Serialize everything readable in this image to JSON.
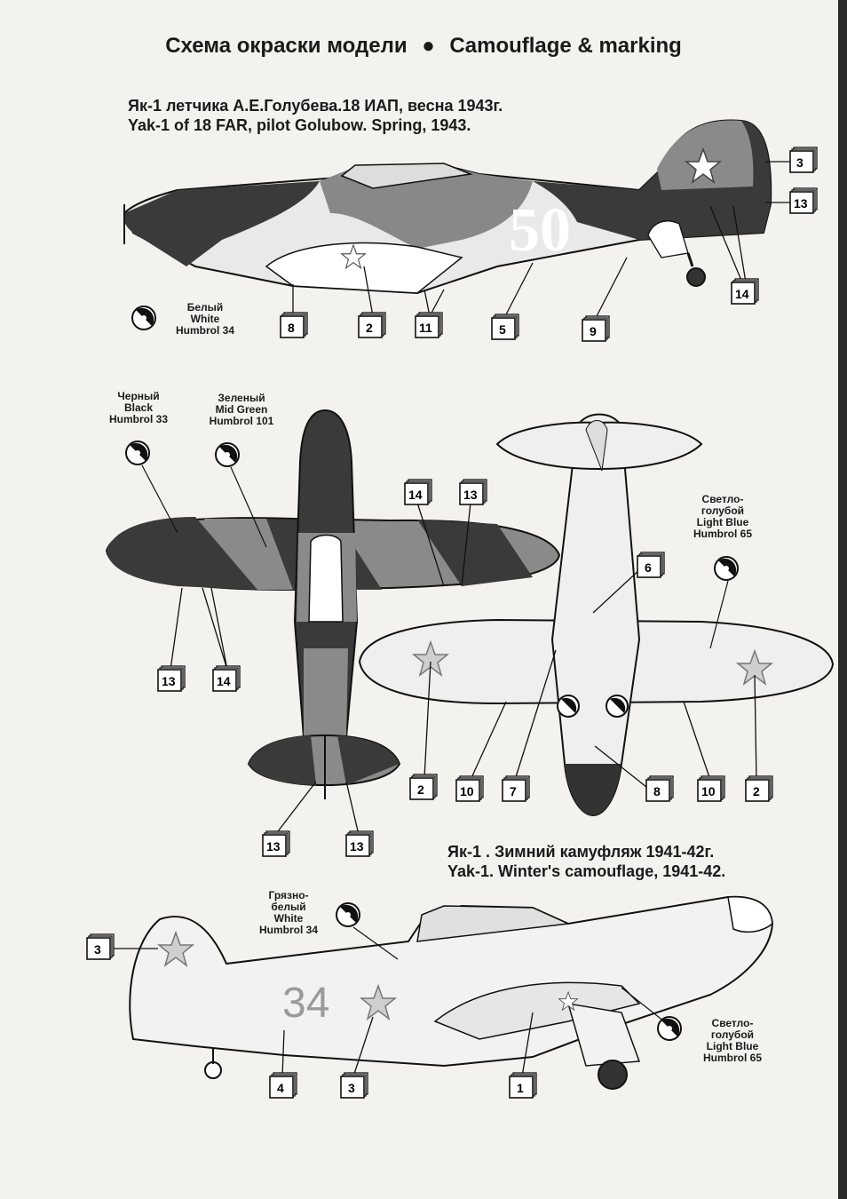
{
  "header": {
    "title_ru": "Схема окраски модели",
    "separator": "●",
    "title_en": "Camouflage & marking"
  },
  "profile1": {
    "caption_ru": "Як-1 летчика А.Е.Голубева.18 ИАП, весна 1943г.",
    "caption_en": "Yak-1  of 18 FAR, pilot Golubow. Spring, 1943.",
    "tail_number": "50",
    "paints": [
      {
        "ru": "Белый",
        "en": "White",
        "code": "Humbrol 34"
      }
    ],
    "callouts": [
      "3",
      "13",
      "14",
      "8",
      "2",
      "11",
      "5",
      "9"
    ]
  },
  "planform": {
    "paints": [
      {
        "ru": "Черный",
        "en": "Black",
        "code": "Humbrol 33"
      },
      {
        "ru": "Зеленый",
        "en": "Mid Green",
        "code": "Humbrol 101"
      },
      {
        "ru1": "Светло-",
        "ru2": "голубой",
        "en": "Light Blue",
        "code": "Humbrol 65"
      }
    ],
    "top_callouts": [
      "14",
      "13",
      "13",
      "14",
      "13",
      "13"
    ],
    "bottom_callouts": [
      "6",
      "2",
      "10",
      "7",
      "8",
      "10",
      "2"
    ]
  },
  "profile2": {
    "caption_ru": "Як-1 . Зимний камуфляж 1941-42г.",
    "caption_en": "Yak-1. Winter's camouflage, 1941-42.",
    "tail_number": "34",
    "paints": [
      {
        "ru1": "Грязно-",
        "ru2": "белый",
        "en": "White",
        "code": "Humbrol 34"
      },
      {
        "ru1": "Светло-",
        "ru2": "голубой",
        "en": "Light Blue",
        "code": "Humbrol 65"
      }
    ],
    "callouts": [
      "3",
      "4",
      "3",
      "1"
    ]
  },
  "colors": {
    "dark_camo": "#3a3a3a",
    "mid_camo": "#8a8a8a",
    "light": "#eeeeee",
    "ink": "#1a1a1a"
  }
}
